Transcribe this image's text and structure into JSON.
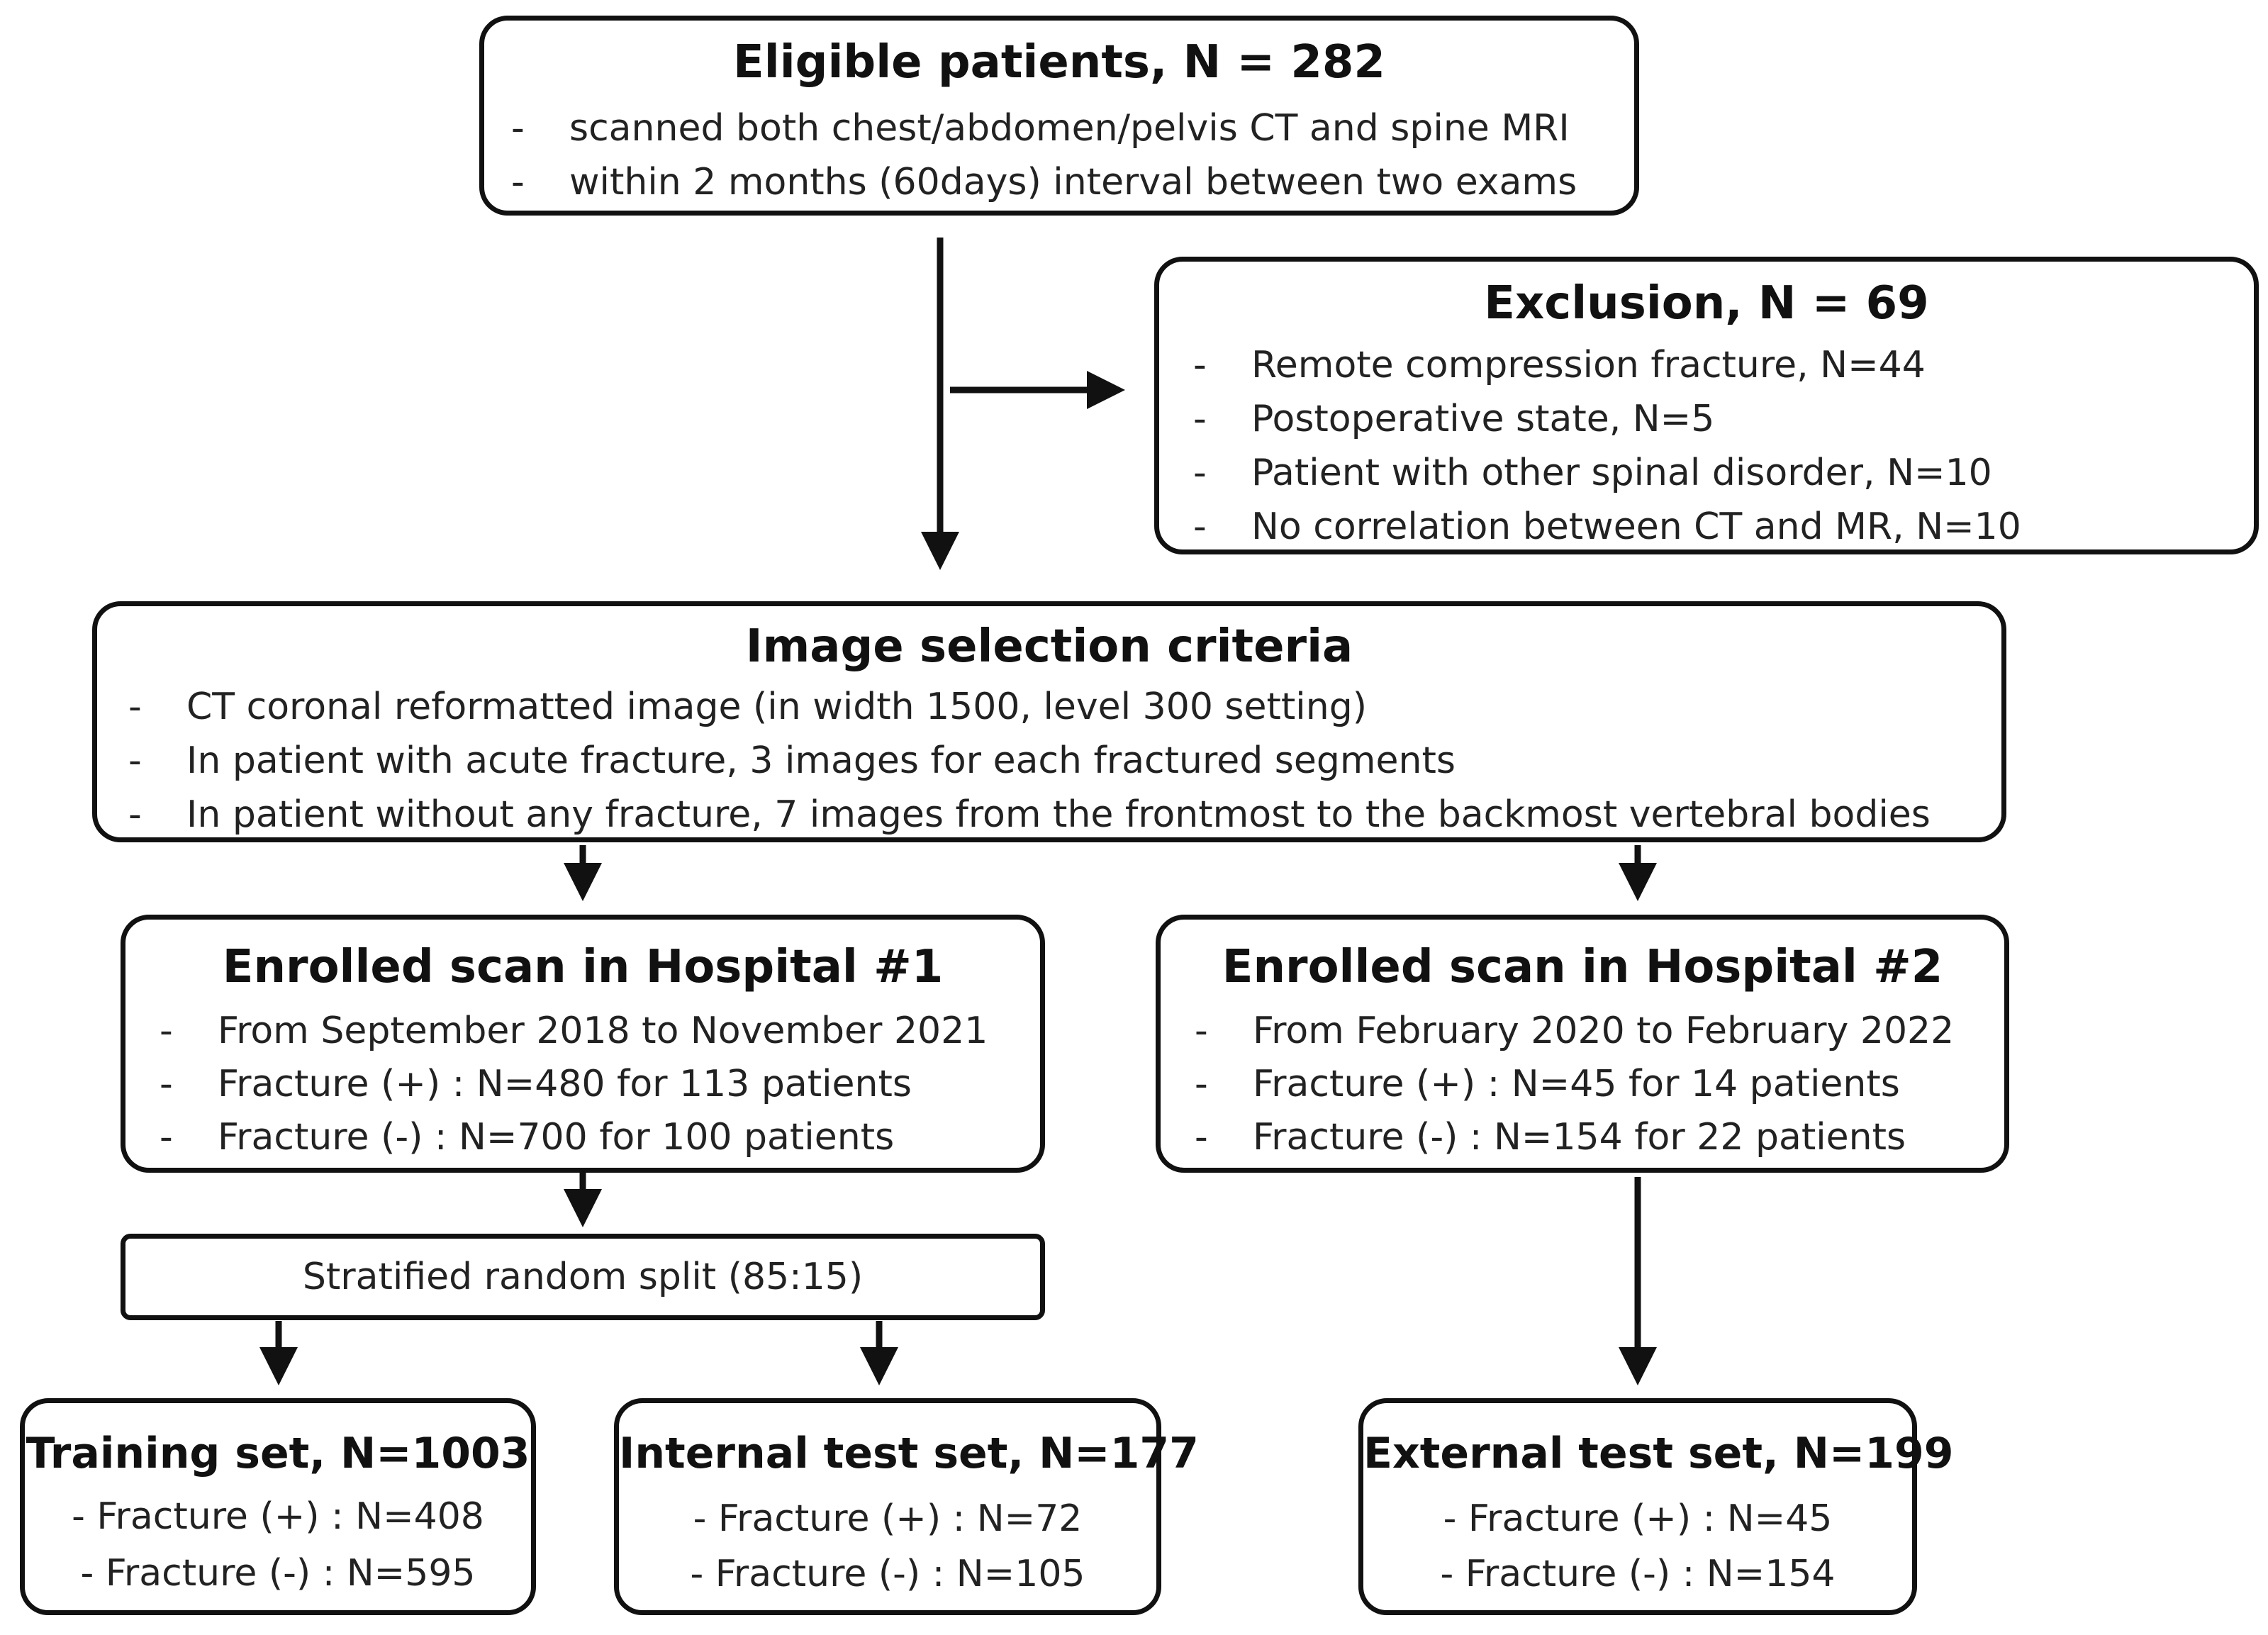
{
  "eligible": {
    "title": "Eligible patients, N = 282",
    "items": [
      "scanned both chest/abdomen/pelvis CT and spine MRI",
      "within 2 months (60days) interval between two exams"
    ]
  },
  "exclusion": {
    "title": "Exclusion, N = 69",
    "items": [
      "Remote compression fracture, N=44",
      "Postoperative state, N=5",
      "Patient with other spinal disorder, N=10",
      "No correlation between CT and MR, N=10"
    ]
  },
  "criteria": {
    "title": "Image selection criteria",
    "items": [
      "CT coronal reformatted image (in width 1500, level 300 setting)",
      "In patient with acute fracture, 3 images for each fractured segments",
      "In patient without any fracture, 7 images from the frontmost to the backmost vertebral bodies"
    ]
  },
  "hospital1": {
    "title": "Enrolled scan in Hospital #1",
    "items": [
      "From September 2018 to November 2021",
      "Fracture (+) : N=480 for 113 patients",
      "Fracture (-) : N=700 for 100 patients"
    ]
  },
  "hospital2": {
    "title": "Enrolled scan in Hospital #2",
    "items": [
      "From February 2020 to February 2022",
      "Fracture (+) : N=45 for 14 patients",
      "Fracture (-) : N=154 for 22 patients"
    ]
  },
  "split": {
    "label": "Stratified random split (85:15)"
  },
  "training": {
    "title": "Training set, N=1003",
    "items": [
      "- Fracture (+) : N=408",
      "- Fracture (-) : N=595"
    ]
  },
  "internal": {
    "title": "Internal test set, N=177",
    "items": [
      "- Fracture (+) : N=72",
      "- Fracture (-) : N=105"
    ]
  },
  "external": {
    "title": "External test set, N=199",
    "items": [
      "- Fracture (+) : N=45",
      "- Fracture (-) : N=154"
    ]
  }
}
